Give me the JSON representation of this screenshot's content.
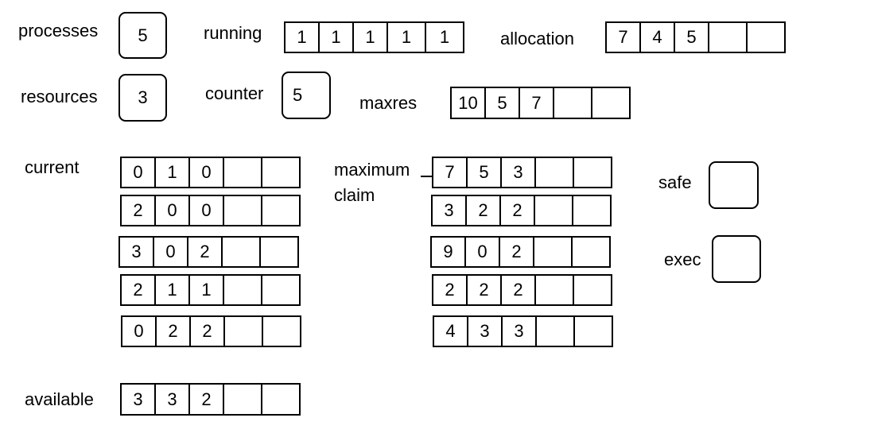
{
  "labels": {
    "processes": "processes",
    "resources": "resources",
    "running": "running",
    "counter": "counter",
    "allocation": "allocation",
    "maxres": "maxres",
    "current": "current",
    "maximum": "maximum",
    "claim": "claim",
    "safe": "safe",
    "exec": "exec",
    "available": "available"
  },
  "values": {
    "processes": "5",
    "resources": "3",
    "counter": "5",
    "safe": "",
    "exec": ""
  },
  "running": [
    "1",
    "1",
    "1",
    "1",
    "1"
  ],
  "allocation": [
    "7",
    "4",
    "5",
    "",
    ""
  ],
  "maxres": [
    "10",
    "5",
    "7",
    "",
    ""
  ],
  "current": [
    [
      "0",
      "1",
      "0",
      "",
      ""
    ],
    [
      "2",
      "0",
      "0",
      "",
      ""
    ],
    [
      "3",
      "0",
      "2",
      "",
      ""
    ],
    [
      "2",
      "1",
      "1",
      "",
      ""
    ],
    [
      "0",
      "2",
      "2",
      "",
      ""
    ]
  ],
  "maximum_claim": [
    [
      "7",
      "5",
      "3",
      "",
      ""
    ],
    [
      "3",
      "2",
      "2",
      "",
      ""
    ],
    [
      "9",
      "0",
      "2",
      "",
      ""
    ],
    [
      "2",
      "2",
      "2",
      "",
      ""
    ],
    [
      "4",
      "3",
      "3",
      "",
      ""
    ]
  ],
  "available": [
    "3",
    "3",
    "2",
    "",
    ""
  ]
}
